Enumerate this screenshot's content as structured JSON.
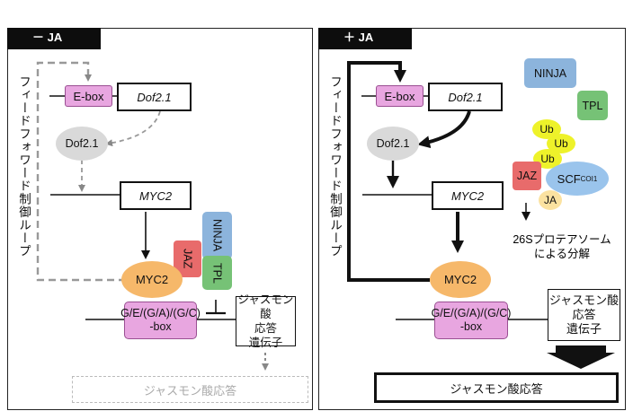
{
  "left_panel": {
    "title": "－ JA",
    "loop_label": "フィードフォワード制御ループ",
    "ebox": "E-box",
    "dof_gene": "Dof2.1",
    "dof_protein": "Dof2.1",
    "myc2_gene": "MYC2",
    "myc2_protein": "MYC2",
    "jaz": "JAZ",
    "ninja": "NINJA",
    "tpl": "TPL",
    "promoter_line1": "G/E/(G/A)/(G/C)",
    "promoter_line2": "-box",
    "jr_genes_line1": "ジャスモン酸",
    "jr_genes_line2": "応答",
    "jr_genes_line3": "遺伝子",
    "response": "ジャスモン酸応答"
  },
  "right_panel": {
    "title": "＋ JA",
    "loop_label": "フィードフォワード制御ループ",
    "ebox": "E-box",
    "dof_gene": "Dof2.1",
    "dof_protein": "Dof2.1",
    "myc2_gene": "MYC2",
    "myc2_protein": "MYC2",
    "ninja": "NINJA",
    "tpl": "TPL",
    "ub1": "Ub",
    "ub2": "Ub",
    "ub3": "Ub",
    "jaz": "JAZ",
    "scf": "SCF",
    "scf_sup": "COI1",
    "ja": "JA",
    "degradation_line1": "26Sプロテアソーム",
    "degradation_line2": "による分解",
    "promoter_line1": "G/E/(G/A)/(G/C)",
    "promoter_line2": "-box",
    "jr_genes_line1": "ジャスモン酸",
    "jr_genes_line2": "応答",
    "jr_genes_line3": "遺伝子",
    "response": "ジャスモン酸応答"
  },
  "colors": {
    "ebox_fill": "#e8a6e0",
    "promoter_fill": "#e8a6e0",
    "dof_protein_fill": "#d9d9d9",
    "myc2_fill": "#f6b86a",
    "jaz_fill": "#e86b6b",
    "ninja_fill": "#8cb4dc",
    "tpl_fill": "#76c276",
    "ub_fill": "#eef22a",
    "scf_fill": "#9ac4ec",
    "ja_fill": "#fbe2a0"
  }
}
